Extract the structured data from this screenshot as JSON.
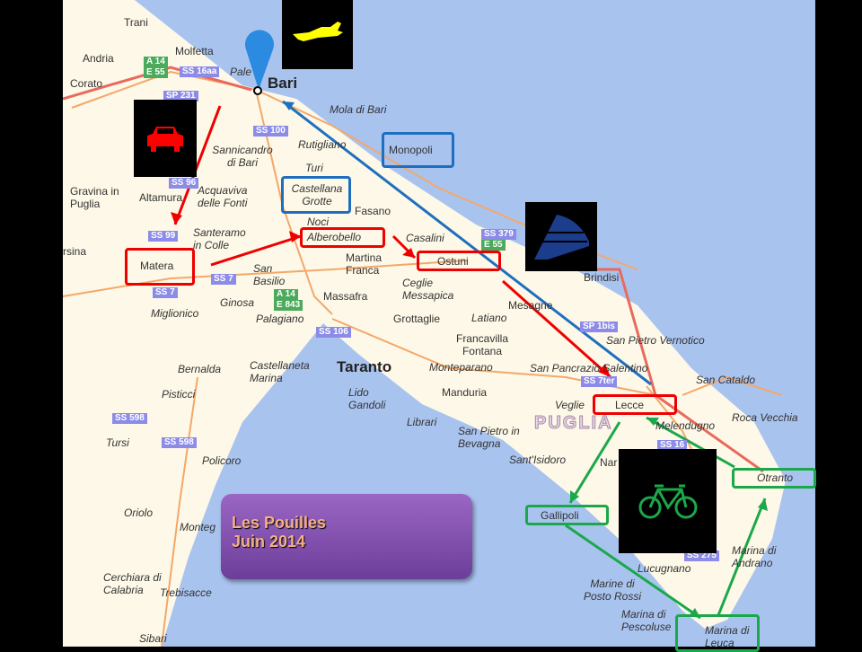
{
  "title": {
    "line1": "Les Pouilles",
    "line2": "Juin 2014"
  },
  "region_label": "PUGLIA",
  "cities": {
    "bari": "Bari",
    "taranto": "Taranto",
    "trani": "Trani",
    "molfetta": "Molfetta",
    "andria": "Andria",
    "corato": "Corato",
    "pale": "Pale",
    "mola": "Mola di Bari",
    "rutigliano": "Rutigliano",
    "sannicandro": "Sannicandro di Bari",
    "turi": "Turi",
    "gravina": "Gravina in Puglia",
    "altamura": "Altamura",
    "acquaviva": "Acquaviva delle Fonti",
    "fasano": "Fasano",
    "noci": "Noci",
    "santeramo": "Santeramo in Colle",
    "casalini": "Casalini",
    "martina": "Martina Franca",
    "ceglie": "Ceglie Messapica",
    "sanbasilio": "San Basilio",
    "ginosa": "Ginosa",
    "massafra": "Massafra",
    "palagiano": "Palagiano",
    "miglionico": "Miglionico",
    "grottaglie": "Grottaglie",
    "latiano": "Latiano",
    "mesagne": "Mesagne",
    "brindisi": "Brindisi",
    "francavilla": "Francavilla Fontana",
    "monteparano": "Monteparano",
    "manduria": "Manduria",
    "sanpancrazio": "San Pancrazio Salentino",
    "sanpietrov": "San Pietro Vernotico",
    "sancataldo": "San Cataldo",
    "veglie": "Veglie",
    "rocavecchia": "Roca Vecchia",
    "melendugno": "Melendugno",
    "librari": "Librari",
    "sanpietrob": "San Pietro in Bevagna",
    "santisidoro": "Sant'Isidoro",
    "nardo": "Nar",
    "bernalda": "Bernalda",
    "pisticci": "Pisticci",
    "castellaneta": "Castellaneta Marina",
    "lido": "Lido Gandoli",
    "tursi": "Tursi",
    "policoro": "Policoro",
    "oriolo": "Oriolo",
    "montegiordano": "Monteg",
    "cerchiara": "Cerchiara di Calabria",
    "trebisacce": "Trebisacce",
    "sibari": "Sibari",
    "lucugnano": "Lucugnano",
    "marinaposto": "Marine di Posto Rossi",
    "pescoluse": "Marina di Pescoluse",
    "andrano": "Marina di Andrano",
    "irsina": "rsina"
  },
  "stops": {
    "matera": "Matera",
    "alberobello": "Alberobello",
    "ostuni": "Ostuni",
    "lecce": "Lecce",
    "castellana": "Castellana Grotte",
    "monopoli": "Monopoli",
    "gallipoli": "Gallipoli",
    "otranto": "Otranto",
    "leuca": "Marina di Leuca"
  },
  "roads": [
    "A 14",
    "E 55",
    "SS 16aa",
    "SP 231",
    "SS 100",
    "SS 96",
    "SS 99",
    "SS 7",
    "SS 7",
    "A 14",
    "E 843",
    "SS 106",
    "SS 379",
    "E 55",
    "SP 1bis",
    "SS 7ter",
    "SS 16",
    "SS 275",
    "SS 598",
    "SS 598"
  ],
  "colors": {
    "sea": "#a9c3ef",
    "land": "#fdf8e7",
    "car_route": "#e00000",
    "train_route": "#1f6fc0",
    "bike_route": "#1aa84a"
  }
}
